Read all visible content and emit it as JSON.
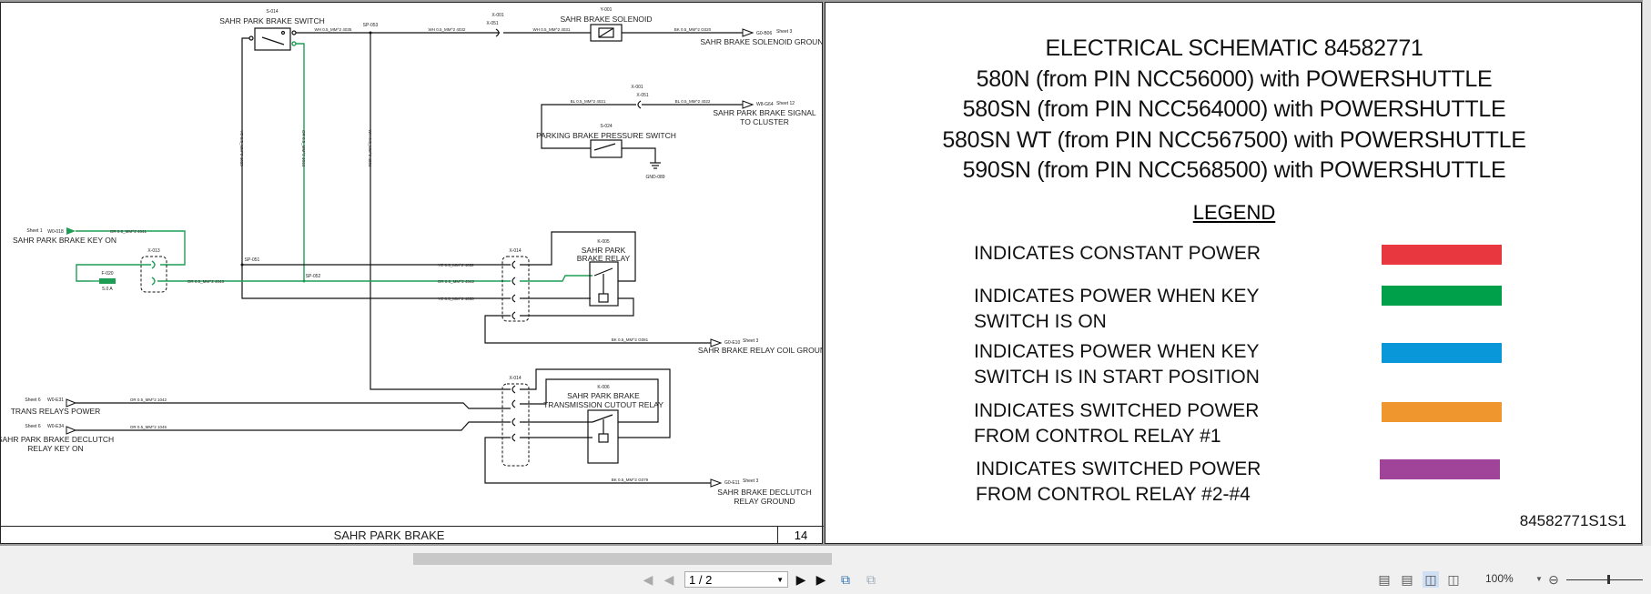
{
  "schematic": {
    "switch": {
      "id": "S-014",
      "name": "SAHR PARK BRAKE SWITCH"
    },
    "solenoid": {
      "id": "Y-001",
      "name": "SAHR BRAKE SOLENOID"
    },
    "pressure_switch": {
      "id": "S-024",
      "name": "PARKING BRAKE PRESSURE SWITCH"
    },
    "relay1": {
      "id": "K-005",
      "name1": "SAHR PARK",
      "name2": "BRAKE RELAY"
    },
    "relay2": {
      "id": "K-006",
      "name1": "SAHR PARK BRAKE",
      "name2": "TRANSMISSION CUTOUT RELAY"
    },
    "connectors": {
      "x001": "X-001",
      "x051": "X-051",
      "x013": "X-013",
      "x014": "X-014"
    },
    "fuse": {
      "id": "F-020",
      "rating": "5.0 A"
    },
    "splices": {
      "sp051": "SP-051",
      "sp052": "SP-052",
      "sp053": "SP-053"
    },
    "ground": "GND-089",
    "wires": {
      "w4035": "WH 0.5_MM^2 4035",
      "w4032": "WH 0.5_MM^2 4032",
      "w4031": "WH 0.5_MM^2 4031",
      "wG020": "BK 0.5_MM^2 G020",
      "w4021": "BL 0.5_MM^2 4021",
      "w4022": "BL 0.5_MM^2 4022",
      "w4041": "OR 0.5_MM^2 4041",
      "w4043": "OR 0.5_MM^2 4043",
      "w4052": "YE 0.5_MM^2 4052",
      "w4042": "OR 0.5_MM^2 4042",
      "w4053": "YE 0.5_MM^2 4053",
      "wG081": "BK 0.5_MM^2 G081",
      "w1042": "OR 0.5_MM^2 1042",
      "w1045": "OR 0.5_MM^2 1045",
      "wG079": "BK 0.5_MM^2 G079",
      "v4033": "YE 0.5_MM^2 4033",
      "v4044": "OR 0.5_MM^2 4044",
      "v4034": "WH 0.5_MM^2 4034"
    },
    "offpage": [
      {
        "sheet": "Sheet 3",
        "ref": "G0-B06",
        "label1": "SAHR BRAKE SOLENOID GROUND",
        "label2": ""
      },
      {
        "sheet": "Sheet 12",
        "ref": "W8-G64",
        "label1": "SAHR PARK BRAKE SIGNAL",
        "label2": "TO CLUSTER"
      },
      {
        "sheet": "Sheet 1",
        "ref": "W0-018",
        "label1": "SAHR PARK BRAKE KEY ON",
        "label2": ""
      },
      {
        "sheet": "Sheet 3",
        "ref": "G0-E10",
        "label1": "SAHR BRAKE RELAY COIL GROUND",
        "label2": ""
      },
      {
        "sheet": "Sheet 6",
        "ref": "W0-E31",
        "label1": "TRANS RELAYS POWER",
        "label2": ""
      },
      {
        "sheet": "Sheet 6",
        "ref": "W0-E34",
        "label1": "SAHR PARK BRAKE DECLUTCH",
        "label2": "RELAY KEY ON"
      },
      {
        "sheet": "Sheet 3",
        "ref": "G0-E11",
        "label1": "SAHR BRAKE DECLUTCH",
        "label2": "RELAY GROUND"
      }
    ],
    "footer_title": "SAHR PARK BRAKE",
    "page_number": "14"
  },
  "info_page": {
    "title_lines": [
      "ELECTRICAL SCHEMATIC 84582771",
      "580N (from PIN NCC56000) with POWERSHUTTLE",
      "580SN (from PIN NCC564000) with POWERSHUTTLE",
      "580SN WT (from PIN NCC567500) with POWERSHUTTLE",
      "590SN (from PIN NCC568500) with POWERSHUTTLE"
    ],
    "legend_title": "LEGEND",
    "legend": [
      {
        "line1": "INDICATES CONSTANT POWER",
        "line2": "",
        "color": "#e8373f"
      },
      {
        "line1": "INDICATES POWER WHEN KEY",
        "line2": "SWITCH IS ON",
        "color": "#00a04b"
      },
      {
        "line1": "INDICATES POWER WHEN KEY",
        "line2": "SWITCH IS IN START POSITION",
        "color": "#0a97d9"
      },
      {
        "line1": "INDICATES SWITCHED POWER",
        "line2": "FROM CONTROL RELAY #1",
        "color": "#f0962e"
      },
      {
        "line1": "INDICATES SWITCHED POWER",
        "line2": "FROM CONTROL RELAY #2-#4",
        "color": "#a0449a"
      }
    ],
    "sheet_code": "84582771S1S1"
  },
  "toolbar": {
    "page_value": "1 / 2",
    "zoom": "100%",
    "zoom_slider_fraction": 0.55,
    "icons": [
      "first-page-icon",
      "previous-page-icon",
      "next-page-icon",
      "last-page-icon",
      "previous-view-icon",
      "next-view-icon",
      "single-page-icon",
      "continuous-icon",
      "two-page-icon",
      "two-page-continuous-icon",
      "zoom-out-icon"
    ]
  }
}
